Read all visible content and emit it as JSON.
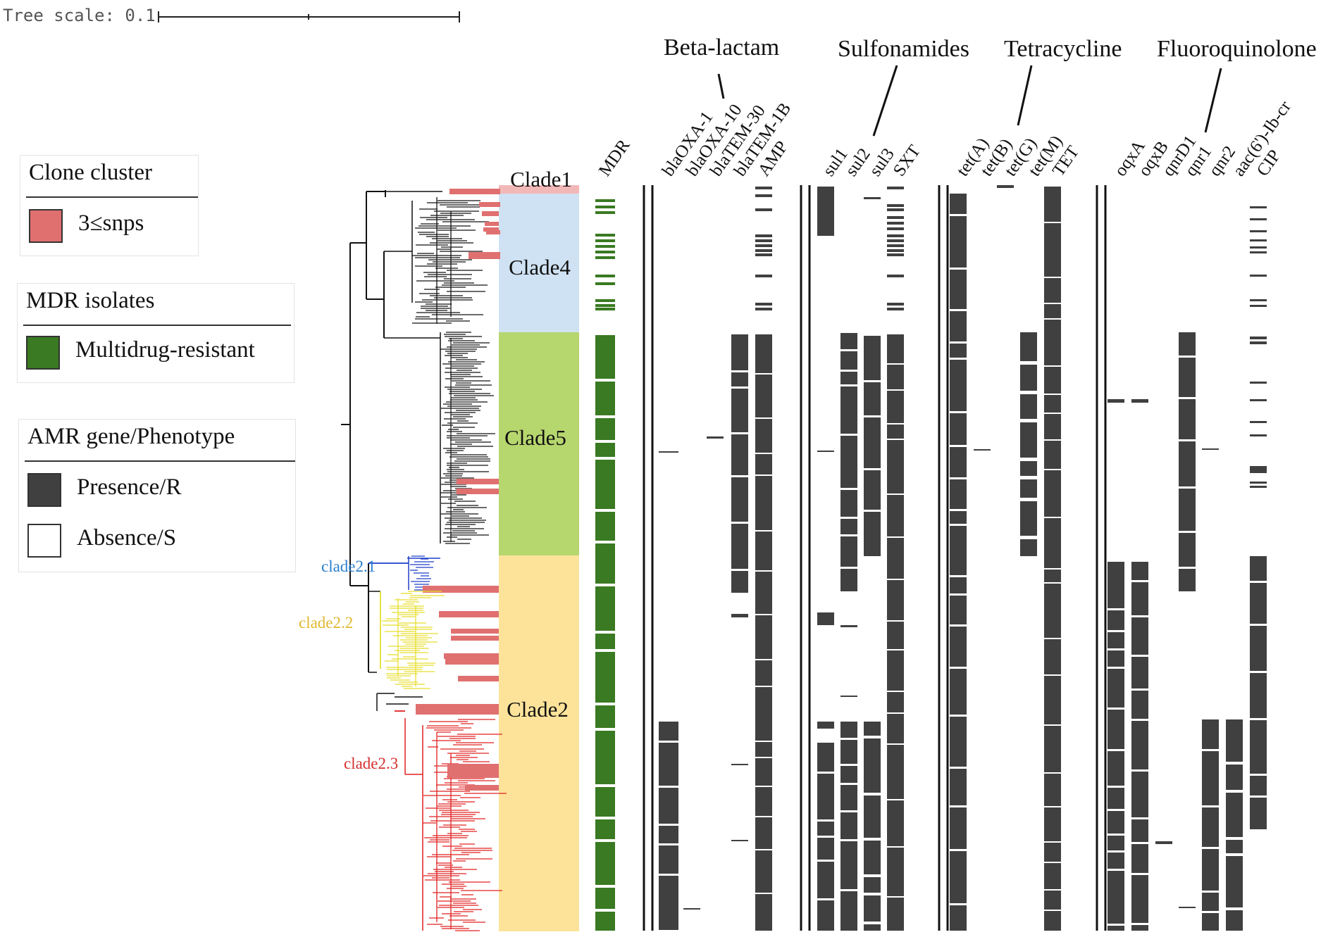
{
  "tree_scale": {
    "label": "Tree scale: 0.1"
  },
  "legends": {
    "clone_cluster": {
      "title": "Clone cluster",
      "items": [
        {
          "label": "3≤snps",
          "color": "#e07070"
        }
      ]
    },
    "mdr": {
      "title": "MDR isolates",
      "items": [
        {
          "label": "Multidrug-resistant",
          "color": "#3a7a22"
        }
      ]
    },
    "amr": {
      "title": "AMR gene/Phenotype",
      "items": [
        {
          "label": "Presence/R",
          "color": "#404040"
        },
        {
          "label": "Absence/S",
          "color": "#ffffff"
        }
      ]
    }
  },
  "clades": [
    {
      "label": "Clade1",
      "color": "#f2b8b8"
    },
    {
      "label": "Clade4",
      "color": "#cfe2f3"
    },
    {
      "label": "Clade5",
      "color": "#b6d66e"
    },
    {
      "label": "Clade2",
      "color": "#fde39a"
    }
  ],
  "subclades": [
    {
      "label": "clade2.1",
      "color": "#2a6fcf"
    },
    {
      "label": "clade2.2",
      "color": "#e6c23a"
    },
    {
      "label": "clade2.3",
      "color": "#d63030"
    }
  ],
  "mdr_column": {
    "label": "MDR"
  },
  "drug_groups": [
    {
      "label": "Beta-lactam",
      "columns": [
        "blaOXA-1",
        "blaOXA-10",
        "blaTEM-30",
        "blaTEM-1B",
        "AMP"
      ]
    },
    {
      "label": "Sulfonamides",
      "columns": [
        "sul1",
        "sul2",
        "sul3",
        "SXT"
      ]
    },
    {
      "label": "Tetracycline",
      "columns": [
        "tet(A)",
        "tet(B)",
        "tet(G)",
        "tet(M)",
        "TET"
      ]
    },
    {
      "label": "Fluoroquinolone",
      "columns": [
        "oqxA",
        "oqxB",
        "qnrD1",
        "qnr1",
        "qnr2",
        "aac(6')-Ib-cr",
        "CIP"
      ]
    }
  ],
  "colors": {
    "presence": "#404040",
    "mdr": "#3a7a22",
    "clone": "#e07070"
  }
}
